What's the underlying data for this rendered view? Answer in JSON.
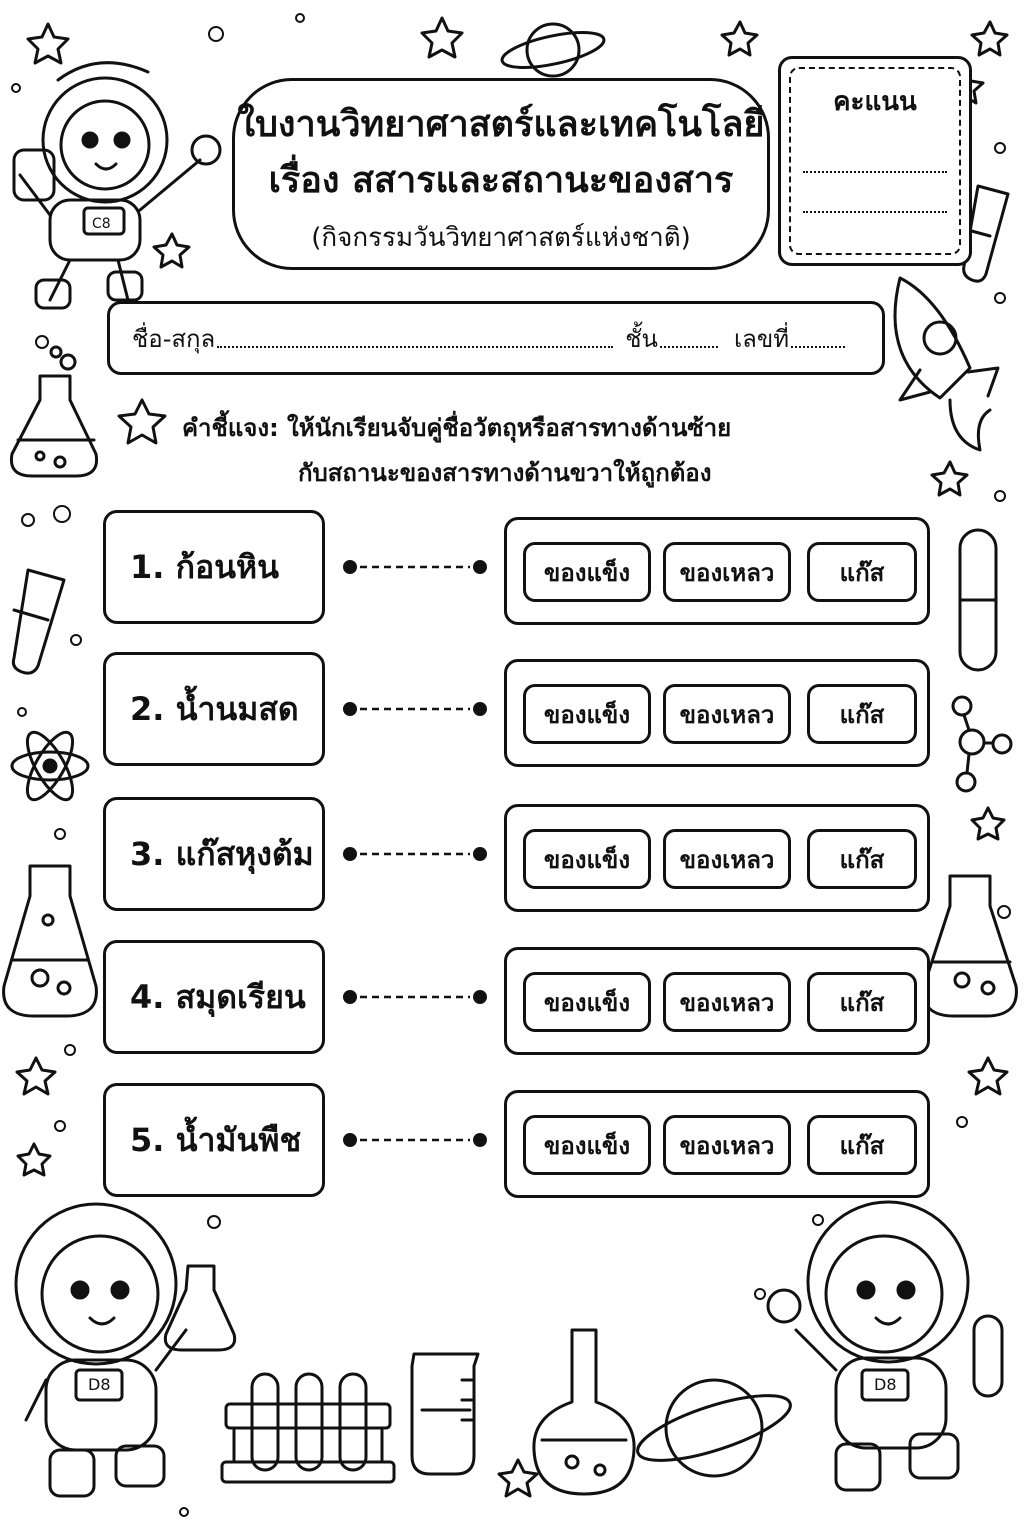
{
  "header": {
    "title_line1": "ใบงานวิทยาศาสตร์และเทคโนโลยี",
    "title_line2": "เรื่อง  สสารและสถานะของสาร",
    "subtitle": "(กิจกรรมวันวิทยาศาสตร์แห่งชาติ)"
  },
  "score": {
    "label": "คะแนน"
  },
  "student": {
    "name_label": "ชื่อ-สกุล",
    "class_label": "ชั้น",
    "number_label": "เลขที่"
  },
  "instructions": {
    "label": "คำชี้แจง:",
    "line1": "ให้นักเรียนจับคู่ชื่อวัตถุหรือสารทางด้านซ้าย",
    "line2": "กับสถานะของสารทางด้านขวาให้ถูกต้อง"
  },
  "choices": [
    "ของแข็ง",
    "ของเหลว",
    "แก๊ส"
  ],
  "items": [
    {
      "label": "1. ก้อนหิน"
    },
    {
      "label": "2. น้ำนมสด"
    },
    {
      "label": "3. แก๊สหุงต้ม"
    },
    {
      "label": "4. สมุดเรียน"
    },
    {
      "label": "5. น้ำมันพืช"
    }
  ],
  "decorations": {
    "icons": [
      "astronaut-icon",
      "planet-icon",
      "rocket-icon",
      "flask-icon",
      "test-tube-icon",
      "atom-icon",
      "molecule-icon",
      "star-icon",
      "beaker-icon",
      "test-tube-rack-icon"
    ],
    "astronaut_badges": [
      "C8",
      "D8",
      "D8"
    ]
  }
}
